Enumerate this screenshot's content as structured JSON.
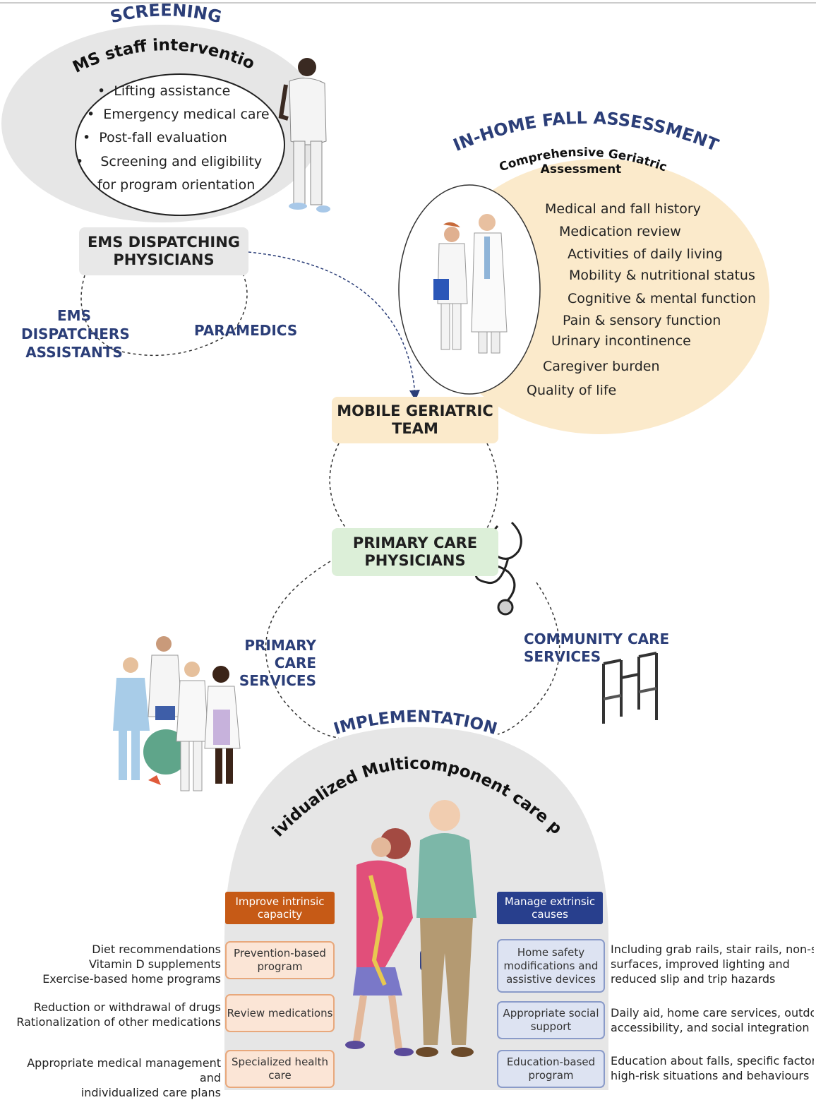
{
  "screening": {
    "title": "SCREENING",
    "ems_staff_title": "EMS staff intervention",
    "bullets": [
      "Lifting assistance",
      "Emergency medical care",
      "Post-fall evaluation",
      "Screening and eligibility"
    ],
    "bullet_continuation": "for program orientation",
    "dispatching_line1": "EMS DISPATCHING",
    "dispatching_line2": "PHYSICIANS",
    "dispatchers_line1": "EMS",
    "dispatchers_line2": "DISPATCHERS",
    "dispatchers_line3": "ASSISTANTS",
    "paramedics": "PARAMEDICS"
  },
  "assessment": {
    "title": "IN-HOME FALL ASSESSMENT",
    "cga_line1": "Comprehensive Geriatric",
    "cga_line2": "Assessment",
    "items": [
      "Medical and fall history",
      "Medication review",
      "Activities of daily living",
      "Mobility & nutritional status",
      "Cognitive & mental function",
      "Pain & sensory function",
      "Urinary incontinence",
      "Caregiver burden",
      "Quality of life"
    ]
  },
  "teams": {
    "mobile_line1": "MOBILE GERIATRIC",
    "mobile_line2": "TEAM",
    "primary_line1": "PRIMARY CARE",
    "primary_line2": "PHYSICIANS",
    "pcs_line1": "PRIMARY CARE",
    "pcs_line2": "SERVICES",
    "ccs_line1": "COMMUNITY CARE",
    "ccs_line2": "SERVICES"
  },
  "implementation": {
    "title": "IMPLEMENTATION",
    "subtitle": "Individualized Multicomponent care plan",
    "intrinsic_header": "Improve intrinsic capacity",
    "extrinsic_header": "Manage extrinsic causes",
    "intrinsic": [
      {
        "label": "Prevention-based program",
        "details": [
          "Diet recommendations",
          "Vitamin D supplements",
          "Exercise-based home programs"
        ]
      },
      {
        "label": "Review medications",
        "details": [
          "Reduction or withdrawal of drugs",
          "Rationalization of other medications"
        ]
      },
      {
        "label": "Specialized health care",
        "details": [
          "Appropriate medical management and",
          "individualized care plans"
        ]
      }
    ],
    "extrinsic": [
      {
        "label": "Home safety modifications and assistive devices",
        "details": [
          "Including grab rails, stair rails, non-slip",
          "surfaces, improved lighting and",
          "reduced slip and trip hazards"
        ]
      },
      {
        "label": "Appropriate social support",
        "details": [
          "Daily aid, home care services, outdoor",
          "accessibility, and social integration"
        ]
      },
      {
        "label": "Education-based program",
        "details": [
          "Education about falls, specific factors,",
          "high-risk situations and behaviours"
        ]
      }
    ]
  },
  "colors": {
    "heading_blue": "#2b3e78",
    "orange": "#c65a16",
    "navy": "#283f8d",
    "cream": "#fbeacb",
    "green_box": "#dcefd8",
    "grey_area": "#e6e6e6"
  }
}
